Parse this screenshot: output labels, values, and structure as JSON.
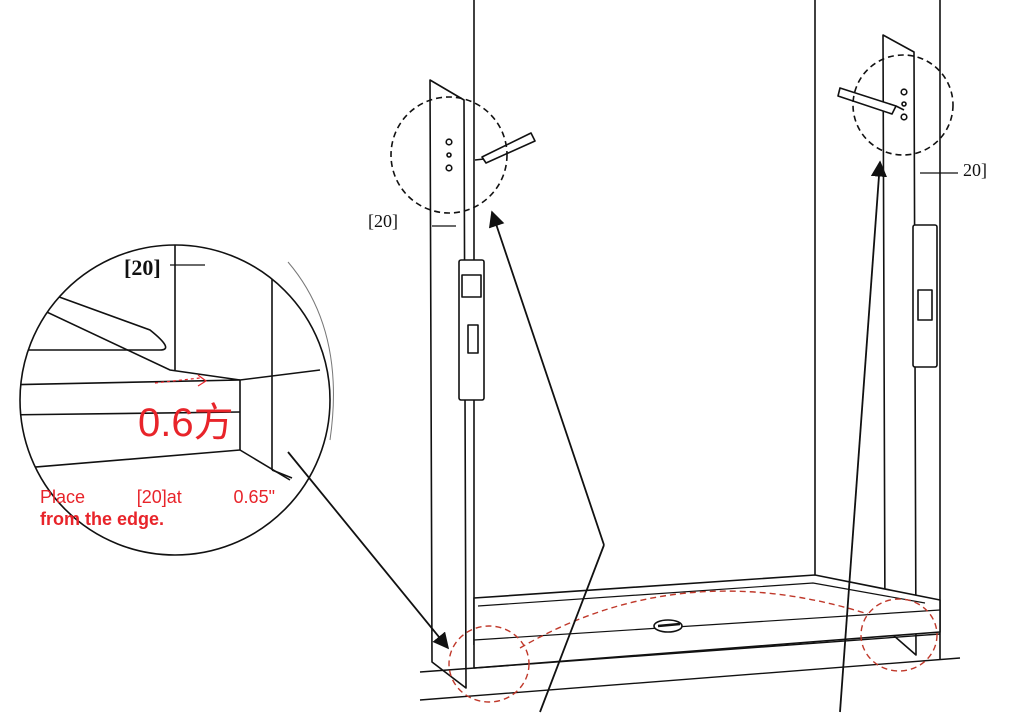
{
  "labels": {
    "part_left": "[20]",
    "part_right": "20]",
    "part_detail": "[20]",
    "dimension": "0.6方"
  },
  "note": {
    "line1_words": [
      "Place",
      "[20]at",
      "0.65\""
    ],
    "line2": "from the edge."
  },
  "colors": {
    "line": "#111111",
    "annotation": "#e8242a",
    "guide_circle": "#c0392b"
  }
}
